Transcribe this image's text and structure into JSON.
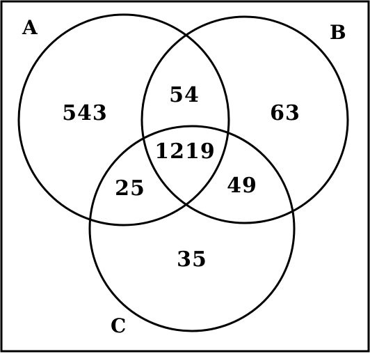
{
  "sets": {
    "a": {
      "label": "A"
    },
    "b": {
      "label": "B"
    },
    "c": {
      "label": "C"
    }
  },
  "regions": {
    "a_only": "543",
    "b_only": "63",
    "c_only": "35",
    "ab_only": "54",
    "ac_only": "25",
    "bc_only": "49",
    "abc": "1219"
  },
  "colors": {
    "stroke": "#000000",
    "background": "#ffffff"
  }
}
